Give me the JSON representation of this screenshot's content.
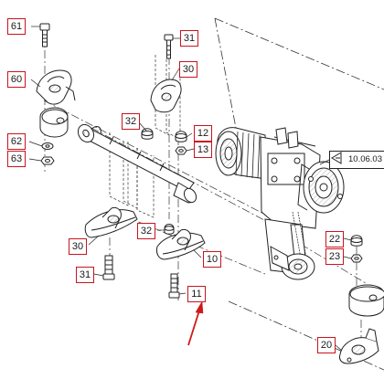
{
  "callouts": {
    "c61": "61",
    "c31a": "31",
    "c30a": "30",
    "c60": "60",
    "c32a": "32",
    "c12": "12",
    "c62": "62",
    "c13": "13",
    "c63": "63",
    "c30b": "30",
    "c32b": "32",
    "c10": "10",
    "c31b": "31",
    "c11": "11",
    "c22": "22",
    "c23": "23",
    "c20": "20"
  },
  "reference_tag": "10.06.03",
  "colors": {
    "callout_border": "#c8141e",
    "arrow": "#d01818",
    "line_art": "#222222"
  }
}
